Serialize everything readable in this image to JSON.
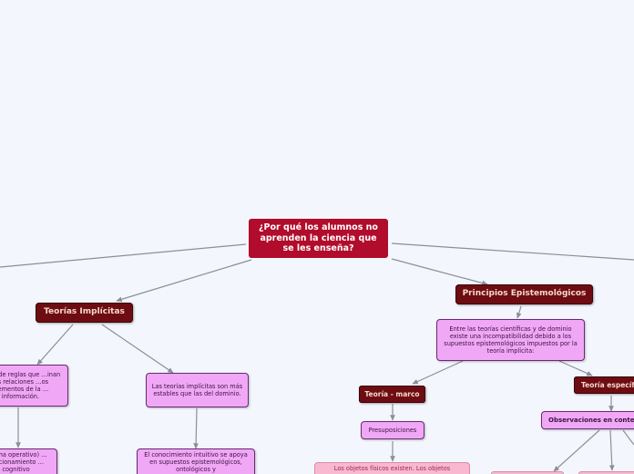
{
  "root": {
    "text": "¿Por qué los alumnos no aprenden la ciencia que se les enseña?"
  },
  "branches": {
    "implicitas": {
      "title": "Teorías Implícitas"
    },
    "epistemologicos": {
      "title": "Principios Epistemológicos"
    }
  },
  "nodes": {
    "reglas": "…nto de reglas que …inan las relaciones …os elementos de la …información.",
    "estables": "Las teorías implícitas son más estables que las del dominio.",
    "sistema": "…tema operativo) …Funcionamiento …cognitivo",
    "intuitivo": "El conocimiento intuitivo se apoya en supuestos epistemológicos, ontológicos y",
    "incompatibilidad": "Entre las teorías científicas y de dominio existe una incompatibilidad debido a los supuestos epistemológicos impuestos por la teoría implícita:",
    "marco": "Teoría - marco",
    "especifica": "Teoría específi…",
    "presuposiciones": "Presuposiciones",
    "observaciones": "Observaciones en conte…",
    "objetos": "Los objetos físicos existen. Los objetos"
  },
  "colors": {
    "root": "#b10c2b",
    "topic": "#6e0c14",
    "leaf": "#f0a8f6",
    "note": "#f8b8d0",
    "connector": "#8a8f99"
  }
}
